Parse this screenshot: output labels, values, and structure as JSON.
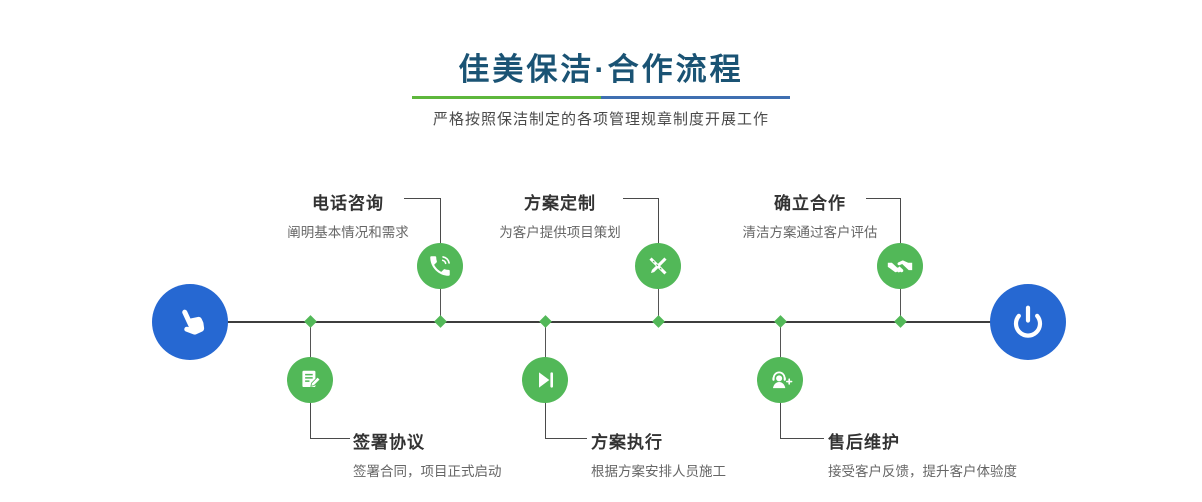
{
  "header": {
    "title": "佳美保洁·合作流程",
    "subtitle": "严格按照保洁制定的各项管理规章制度开展工作"
  },
  "colors": {
    "title_text": "#1a5374",
    "step_green": "#52b858",
    "endpoint_blue": "#2668d2",
    "divider_green": "#5eb73c",
    "divider_blue": "#3f6fb1",
    "line": "#3d3d3d"
  },
  "timeline": {
    "start_icon": "hand-pointer-icon",
    "end_icon": "power-icon"
  },
  "steps_top": [
    {
      "title": "电话咨询",
      "desc": "阐明基本情况和需求",
      "icon": "phone-icon"
    },
    {
      "title": "方案定制",
      "desc": "为客户提供项目策划",
      "icon": "pencil-ruler-icon"
    },
    {
      "title": "确立合作",
      "desc": "清洁方案通过客户评估",
      "icon": "handshake-icon"
    }
  ],
  "steps_bottom": [
    {
      "title": "签署协议",
      "desc": "签署合同，项目正式启动",
      "icon": "contract-pen-icon"
    },
    {
      "title": "方案执行",
      "desc": "根据方案安排人员施工",
      "icon": "play-next-icon"
    },
    {
      "title": "售后维护",
      "desc": "接受客户反馈，提升客户体验度",
      "icon": "headset-plus-icon"
    }
  ]
}
